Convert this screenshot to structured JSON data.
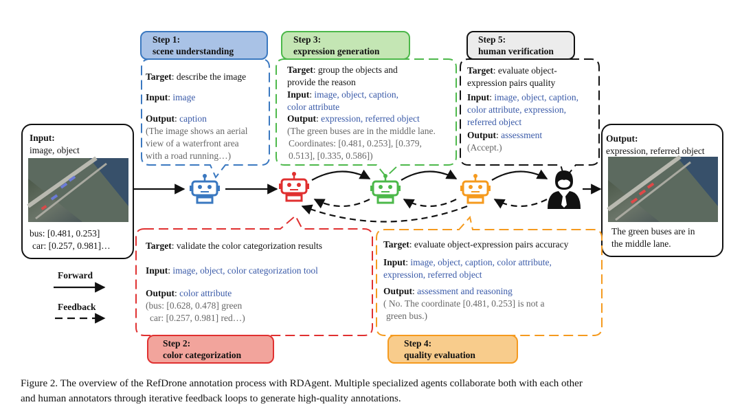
{
  "input_box": {
    "title": "Input:",
    "items": "image, object",
    "bus": "bus: [0.481, 0.253]",
    "car": "car: [0.257, 0.981]…"
  },
  "output_box": {
    "title": "Output:",
    "items": "expression, referred object",
    "line1": "The green buses are in",
    "line2": "the middle lane."
  },
  "legend": {
    "forward": "Forward",
    "feedback": "Feedback"
  },
  "step1": {
    "title_line1": "Step 1:",
    "title_line2": "scene understanding",
    "target_key": "Target",
    "target_value": ": describe the image",
    "input_key": "Input",
    "input_value": "image",
    "output_key": "Output",
    "output_value": "caption",
    "example_line1": "(The image shows an aerial",
    "example_line2": "view of a waterfront area",
    "example_line3": "with a road running…)"
  },
  "step2": {
    "title_line1": "Step 2:",
    "title_line2": "color categorization",
    "target_key": "Target",
    "target_value": ": validate the color categorization results",
    "input_key": "Input",
    "input_value": "image, object,  color categorization tool",
    "output_key": "Output",
    "output_value": "color attribute",
    "example_line1": "(bus: [0.628, 0.478] green",
    "example_line2": "car: [0.257, 0.981] red…)"
  },
  "step3": {
    "title_line1": "Step 3:",
    "title_line2": "expression generation",
    "target_key": "Target",
    "target_line1": ": group the objects and",
    "target_line2": "provide the reason",
    "input_key": "Input",
    "input_line1": "image, object, caption,",
    "input_line2": "color attribute",
    "output_key": "Output",
    "output_value": "expression, referred object",
    "example_line1": "(The green buses are in the middle lane.",
    "example_line2": "Coordinates: [0.481, 0.253], [0.379,",
    "example_line3": "0.513], [0.335, 0.586])"
  },
  "step4": {
    "title_line1": "Step 4:",
    "title_line2": "quality evaluation",
    "target_key": "Target",
    "target_value": ": evaluate object-expression pairs accuracy",
    "input_key": "Input",
    "input_line1": "image, object, caption, color attribute,",
    "input_line2": "expression, referred object",
    "output_key": "Output",
    "output_value": "assessment and reasoning",
    "example_line1": "( No. The coordinate [0.481, 0.253] is not a",
    "example_line2": "green bus.)"
  },
  "step5": {
    "title_line1": "Step 5:",
    "title_line2": "human verification",
    "target_key": "Target",
    "target_line1": ": evaluate object-",
    "target_line2": "expression pairs quality",
    "input_key": "Input",
    "input_line1": "image, object, caption,",
    "input_line2": "color attribute, expression,",
    "input_line3": "referred object",
    "output_key": "Output",
    "output_value": "assessment",
    "example_line1": "(Accept.)"
  },
  "caption": {
    "line1": "Figure 2. The overview of the RefDrone annotation process with RDAgent. Multiple specialized agents collaborate both with each other",
    "line2": "and human annotators through iterative feedback loops to generate high-quality annotations."
  },
  "colors": {
    "step1": "#3a78c0",
    "step1_fill": "#a9c2e6",
    "step2": "#e03030",
    "step2_fill": "#f2a49c",
    "step3": "#4cb84a",
    "step3_fill": "#c4e6b4",
    "step4": "#f59a1e",
    "step4_fill": "#f8cc8c",
    "step5": "#111111",
    "step5_fill": "#ececec"
  }
}
